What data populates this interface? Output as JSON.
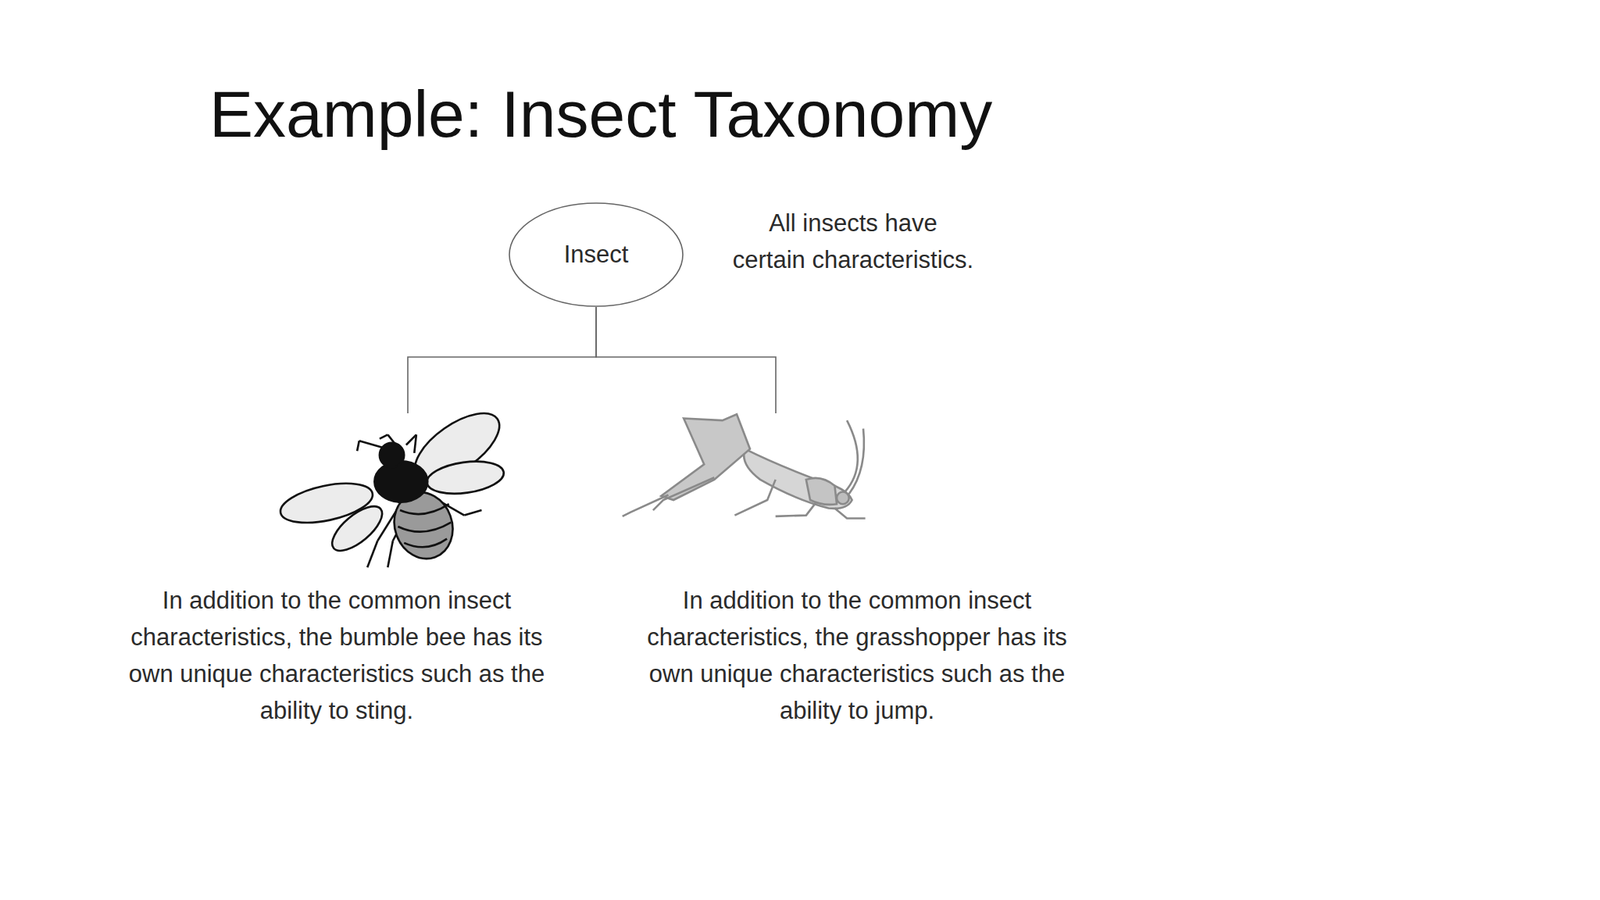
{
  "diagram": {
    "title": "Example: Insect Taxonomy",
    "nodes": [
      {
        "text": [
          "Insect"
        ]
      },
      {
        "text": [
          "In addition to the common insect characteristics, the bumble bee has its own unique characteristics such as the ability to sting."
        ]
      },
      {
        "text": [
          "In addition to the common insect characteristics, the grasshopper has its own unique characteristics such as the ability to jump."
        ]
      }
    ],
    "edges": [
      {
        "from": 0,
        "to": 1,
        "arrow": "none"
      },
      {
        "from": 0,
        "to": 2,
        "arrow": "none"
      }
    ],
    "labels": [
      "All insects have certain characteristics."
    ]
  }
}
